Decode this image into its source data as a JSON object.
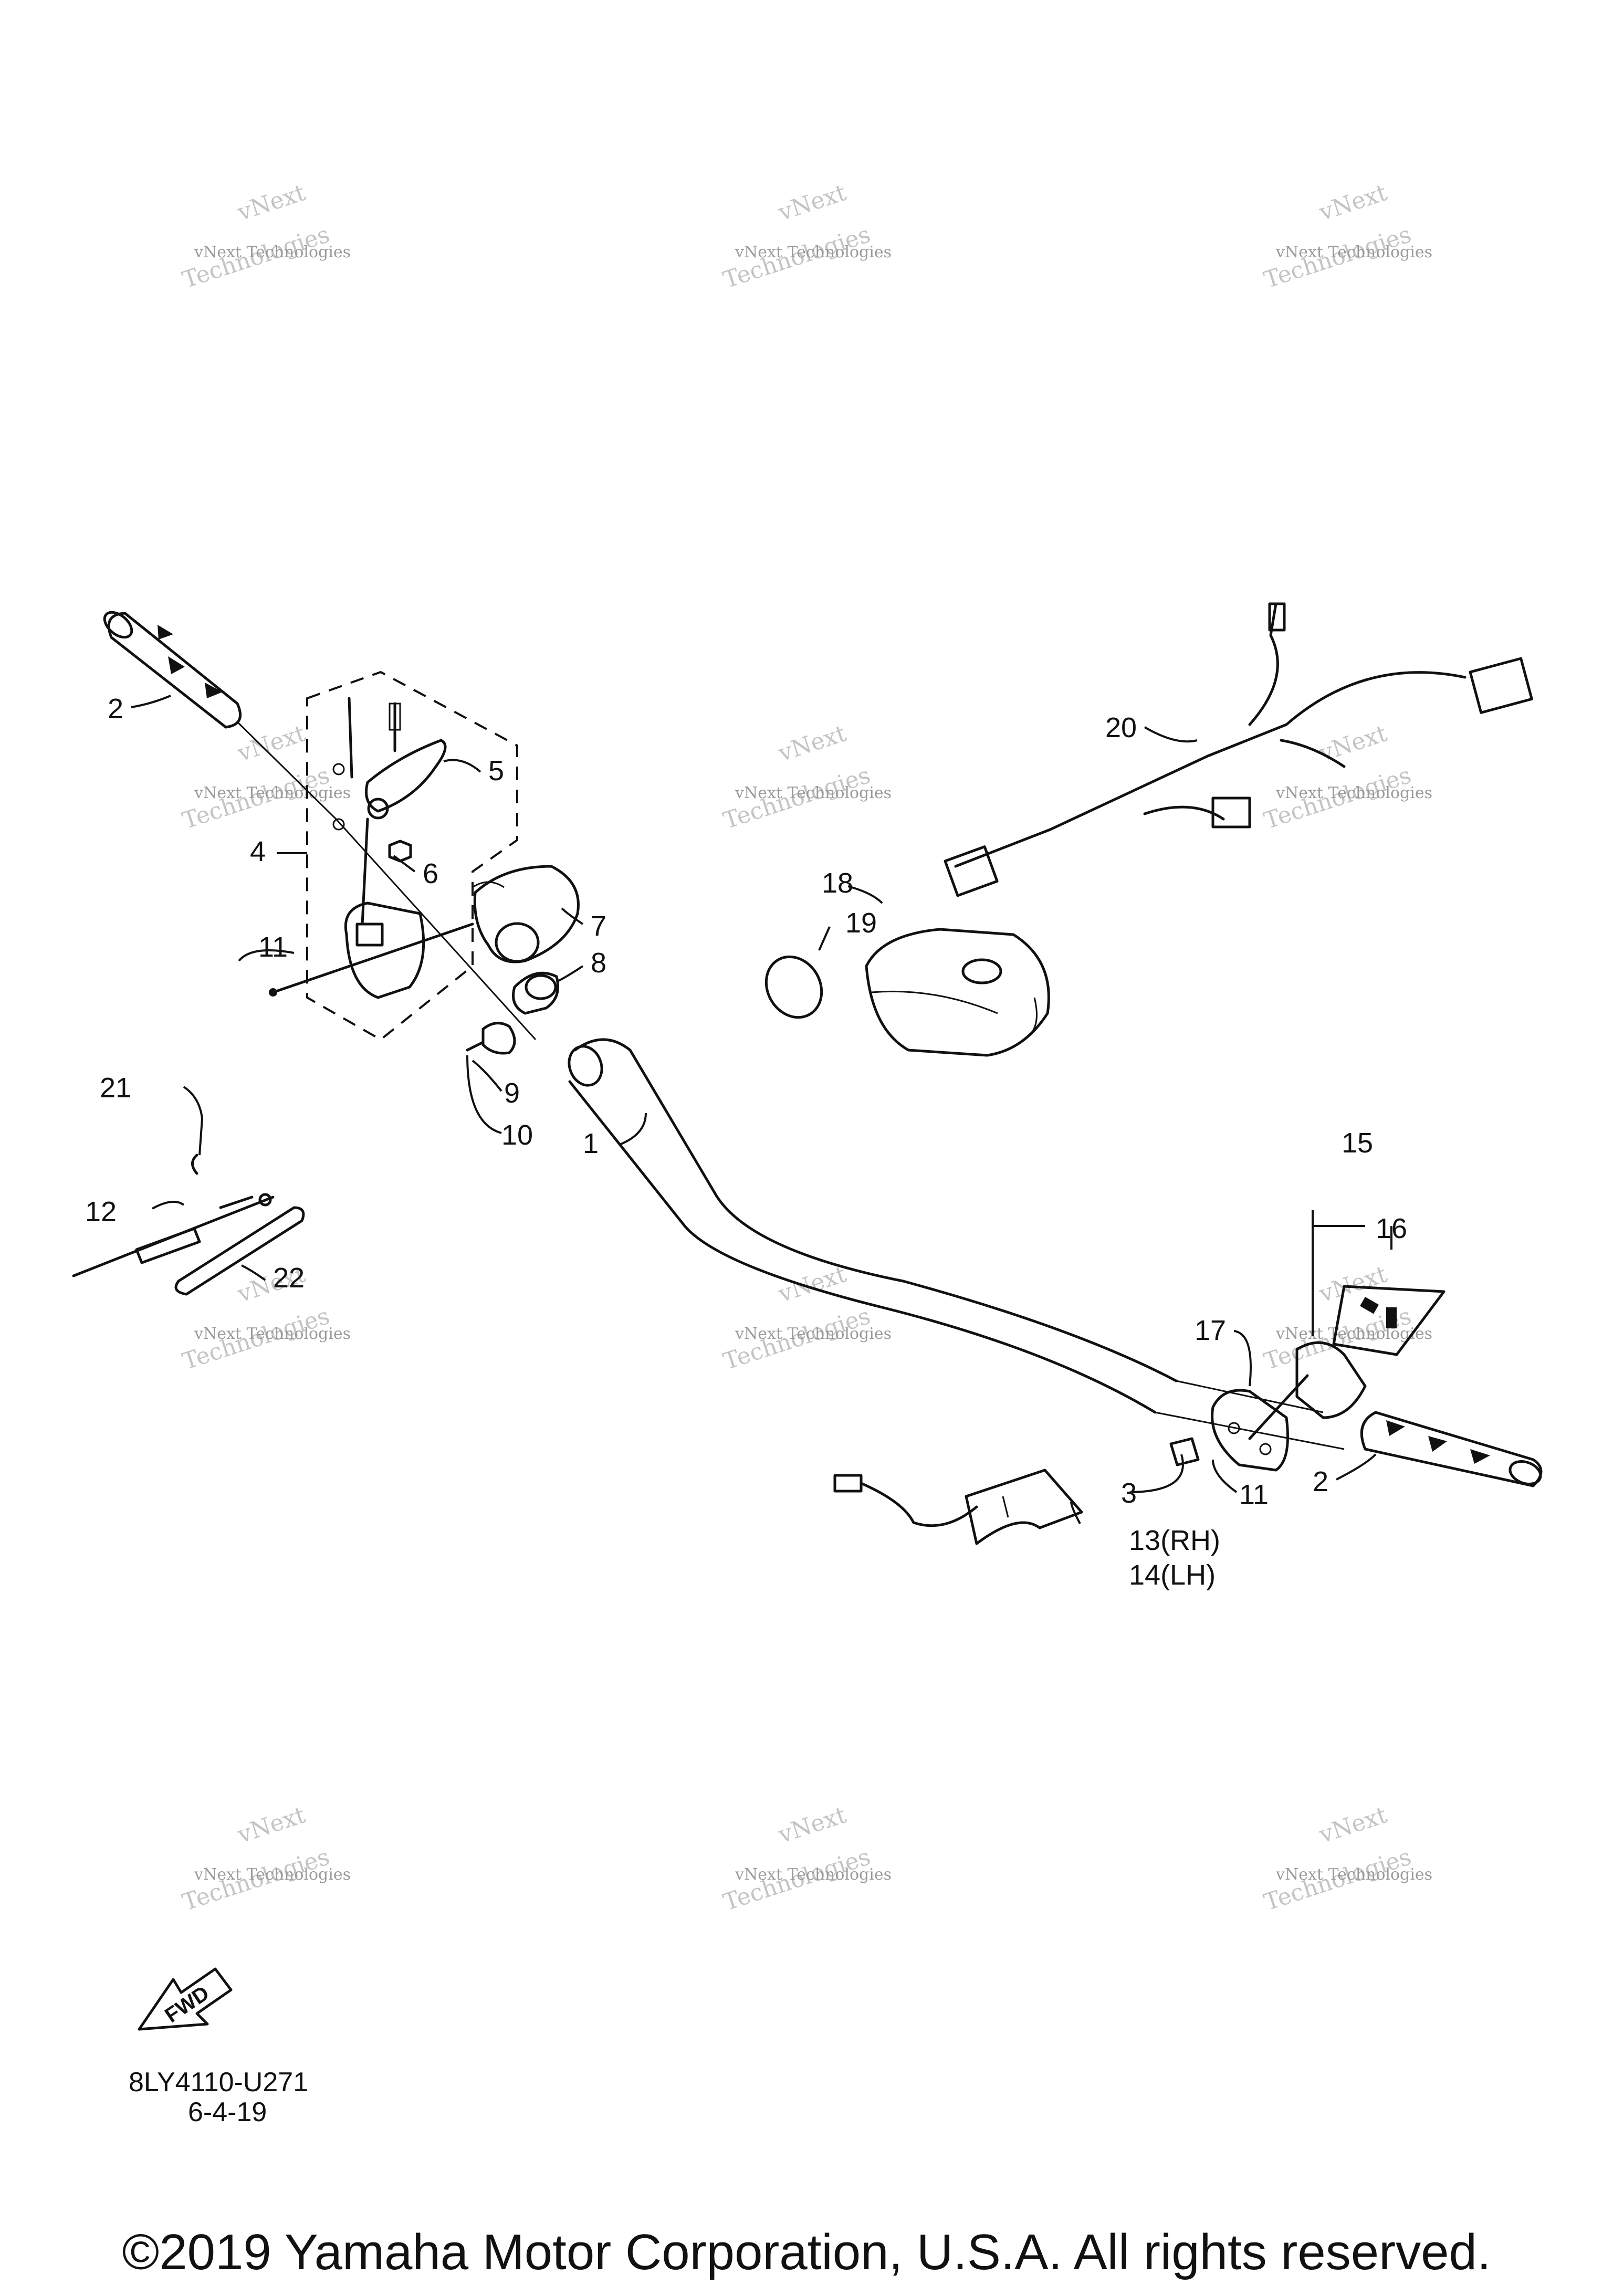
{
  "callouts": {
    "c1": "1",
    "c2a": "2",
    "c2b": "2",
    "c3": "3",
    "c4": "4",
    "c5": "5",
    "c6": "6",
    "c7": "7",
    "c8": "8",
    "c9": "9",
    "c10": "10",
    "c11a": "11",
    "c11b": "11",
    "c12": "12",
    "c13": "13(RH)",
    "c14": "14(LH)",
    "c15": "15",
    "c16": "16",
    "c17": "17",
    "c18": "18",
    "c19": "19",
    "c20": "20",
    "c21": "21",
    "c22": "22"
  },
  "watermark": {
    "line1": "vNext Technologies",
    "big_line1": "vNext",
    "big_line2": "Technologies"
  },
  "fwd_label": "FWD",
  "drawing_code": "8LY4110-U271",
  "drawing_date": "6-4-19",
  "copyright": "©2019 Yamaha Motor Corporation, U.S.A. All rights reserved."
}
